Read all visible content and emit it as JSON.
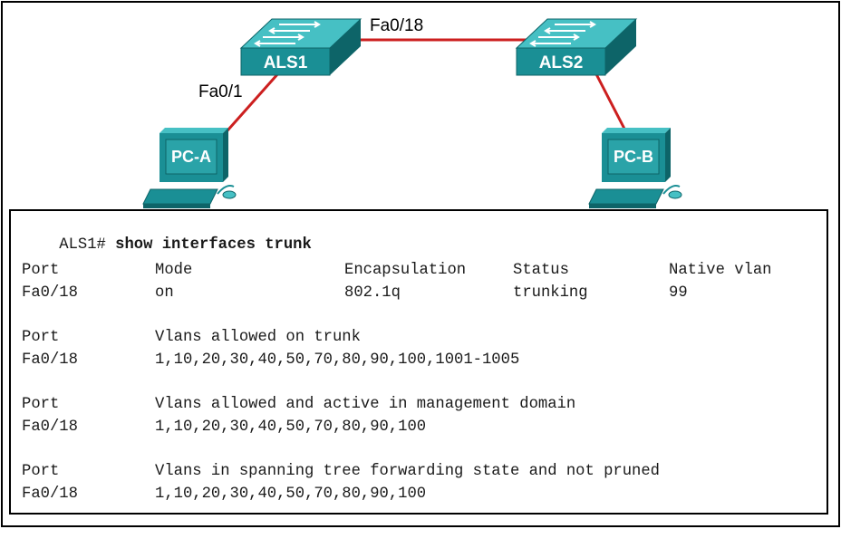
{
  "topology": {
    "switches": [
      {
        "id": "als1",
        "label": "ALS1"
      },
      {
        "id": "als2",
        "label": "ALS2"
      }
    ],
    "pcs": [
      {
        "id": "pc-a",
        "label": "PC-A"
      },
      {
        "id": "pc-b",
        "label": "PC-B"
      }
    ],
    "links": [
      {
        "from": "ALS1",
        "to": "ALS2",
        "label": "Fa0/18"
      },
      {
        "from": "PC-A",
        "to": "ALS1",
        "label": "Fa0/1"
      },
      {
        "from": "ALS2",
        "to": "PC-B",
        "label": ""
      }
    ],
    "colors": {
      "link": "#cc1f1f",
      "device_front": "#1a8f95",
      "device_top": "#46c0c4",
      "device_side": "#0d6468",
      "device_text": "#ffffff"
    }
  },
  "console": {
    "prompt": "ALS1#",
    "command": "show interfaces trunk",
    "table1": {
      "headers": [
        "Port",
        "Mode",
        "Encapsulation",
        "Status",
        "Native vlan"
      ],
      "row": [
        "Fa0/18",
        "on",
        "802.1q",
        "trunking",
        "99"
      ]
    },
    "table2": {
      "headers": [
        "Port",
        "Vlans allowed on trunk"
      ],
      "row": [
        "Fa0/18",
        "1,10,20,30,40,50,70,80,90,100,1001-1005"
      ]
    },
    "table3": {
      "headers": [
        "Port",
        "Vlans allowed and active in management domain"
      ],
      "row": [
        "Fa0/18",
        "1,10,20,30,40,50,70,80,90,100"
      ]
    },
    "table4": {
      "headers": [
        "Port",
        "Vlans in spanning tree forwarding state and not pruned"
      ],
      "row": [
        "Fa0/18",
        "1,10,20,30,40,50,70,80,90,100"
      ]
    }
  }
}
